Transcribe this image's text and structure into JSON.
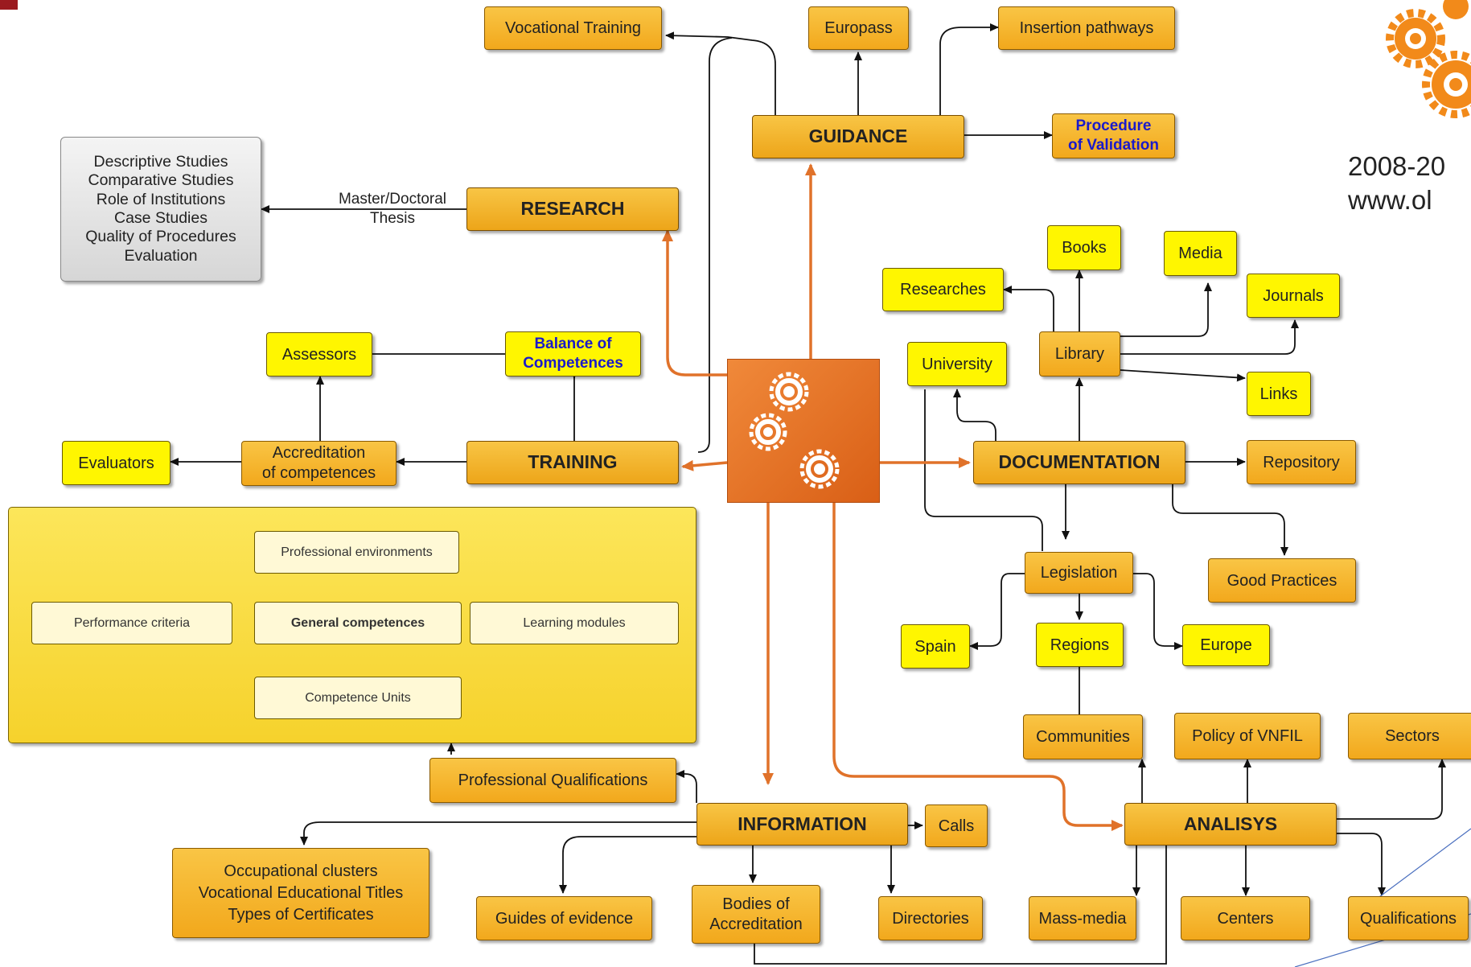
{
  "hubs": {
    "guidance": "GUIDANCE",
    "research": "RESEARCH",
    "training": "TRAINING",
    "documentation": "DOCUMENTATION",
    "information": "INFORMATION",
    "analisys": "ANALISYS"
  },
  "guidance_children": {
    "vocational_training": "Vocational Training",
    "europass": "Europass",
    "insertion_pathways": "Insertion pathways",
    "procedure_line1": "Procedure",
    "procedure_line2": "of Validation"
  },
  "research_children": {
    "studies": [
      "Descriptive Studies",
      "Comparative Studies",
      "Role of Institutions",
      "Case Studies",
      "Quality of Procedures",
      "Evaluation"
    ],
    "edge_label_line1": "Master/Doctoral",
    "edge_label_line2": "Thesis"
  },
  "training_children": {
    "assessors": "Assessors",
    "balance_line1": "Balance of",
    "balance_line2": "Competences",
    "evaluators": "Evaluators",
    "accreditation_line1": "Accreditation",
    "accreditation_line2": "of competences"
  },
  "documentation_children": {
    "books": "Books",
    "media": "Media",
    "researches": "Researches",
    "journals": "Journals",
    "university": "University",
    "library": "Library",
    "links": "Links",
    "repository": "Repository",
    "legislation": "Legislation",
    "good_practices": "Good Practices",
    "spain": "Spain",
    "regions": "Regions",
    "europe": "Europe",
    "communities": "Communities"
  },
  "qualification_panel": {
    "professional_environments": "Professional environments",
    "performance_criteria": "Performance criteria",
    "general_competences": "General competences",
    "learning_modules": "Learning modules",
    "competence_units": "Competence Units"
  },
  "information_children": {
    "professional_qualifications": "Professional Qualifications",
    "calls": "Calls",
    "clusters": [
      "Occupational clusters",
      "Vocational Educational Titles",
      "Types of Certificates"
    ],
    "guides_of_evidence": "Guides of evidence",
    "bodies_line1": "Bodies of",
    "bodies_line2": "Accreditation",
    "directories": "Directories"
  },
  "analisys_children": {
    "policy": "Policy of VNFIL",
    "sectors": "Sectors",
    "mass_media": "Mass-media",
    "centers": "Centers",
    "qualifications": "Qualifications"
  },
  "footer": {
    "line1": "2008-20",
    "line2": "www.ol"
  },
  "colors": {
    "accent_orange": "#e0722a",
    "node_yellow": "#fff600",
    "hub_orange": "#f2a81c"
  },
  "icons": [
    "gears-icon"
  ]
}
